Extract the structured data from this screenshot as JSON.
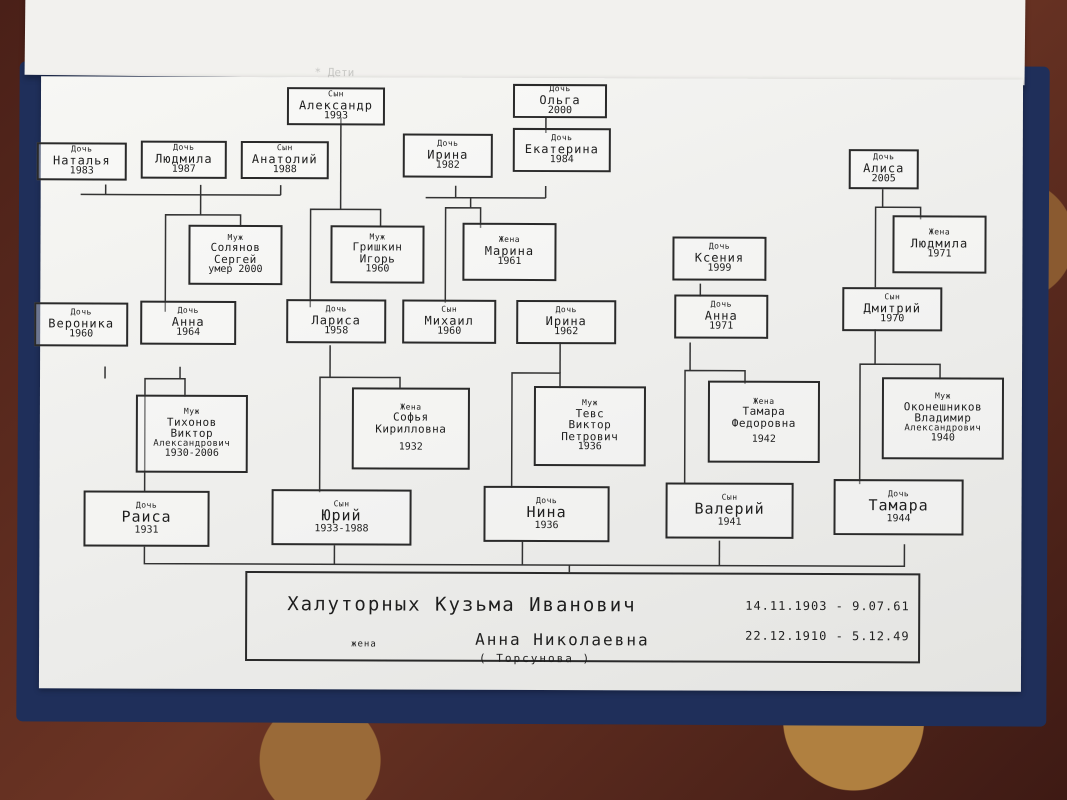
{
  "header": {
    "faded_text": "* Дети"
  },
  "boxes": {
    "natalya": {
      "rel": "Дочь",
      "name": "Наталья",
      "year": "1983"
    },
    "lyudmila": {
      "rel": "Дочь",
      "name": "Людмила",
      "year": "1987"
    },
    "anatoliy": {
      "rel": "Сын",
      "name": "Анатолий",
      "year": "1988"
    },
    "aleksandr": {
      "rel": "Сын",
      "name": "Александр",
      "year": "1993"
    },
    "olga": {
      "rel": "Дочь",
      "name": "Ольга",
      "year": "2000"
    },
    "irina1982": {
      "rel": "Дочь",
      "name": "Ирина",
      "year": "1982"
    },
    "ekaterina": {
      "rel": "Дочь",
      "name": "Екатерина",
      "year": "1984"
    },
    "alisa": {
      "rel": "Дочь",
      "name": "Алиса",
      "year": "2005"
    },
    "solyanov": {
      "rel": "Муж",
      "line1": "Солянов",
      "line2": "Сергей",
      "line3": "умер 2000"
    },
    "grishkin": {
      "rel": "Муж",
      "line1": "Гришкин",
      "line2": "Игорь",
      "year": "1960"
    },
    "marina": {
      "rel": "Жена",
      "name": "Марина",
      "year": "1961"
    },
    "kseniya": {
      "rel": "Дочь",
      "name": "Ксения",
      "year": "1999"
    },
    "lyudmila_w": {
      "rel": "Жена",
      "name": "Людмила",
      "year": "1971"
    },
    "veronika": {
      "rel": "Дочь",
      "name": "Вероника",
      "year": "1960"
    },
    "anna1964": {
      "rel": "Дочь",
      "name": "Анна",
      "year": "1964"
    },
    "larisa": {
      "rel": "Дочь",
      "name": "Лариса",
      "year": "1958"
    },
    "mikhail": {
      "rel": "Сын",
      "name": "Михаил",
      "year": "1960"
    },
    "irina1962": {
      "rel": "Дочь",
      "name": "Ирина",
      "year": "1962"
    },
    "anna1971": {
      "rel": "Дочь",
      "name": "Анна",
      "year": "1971"
    },
    "dmitriy": {
      "rel": "Сын",
      "name": "Дмитрий",
      "year": "1970"
    },
    "tikhonov": {
      "rel": "Муж",
      "line1": "Тихонов",
      "line2": "Виктор",
      "line3": "Александрович",
      "year": "1930-2006"
    },
    "sofya": {
      "rel": "Жена",
      "line1": "Софья",
      "line2": "Кирилловна",
      "year": "1932"
    },
    "tevs": {
      "rel": "Муж",
      "line1": "Тевс",
      "line2": "Виктор",
      "line3": "Петрович",
      "year": "1936"
    },
    "tamara_f": {
      "rel": "Жена",
      "line1": "Тамара",
      "line2": "Федоровна",
      "year": "1942"
    },
    "okoneshnikov": {
      "rel": "Муж",
      "line1": "Оконешников",
      "line2": "Владимир",
      "line3": "Александрович",
      "year": "1940"
    },
    "raisa": {
      "rel": "Дочь",
      "name": "Раиса",
      "year": "1931"
    },
    "yuriy": {
      "rel": "Сын",
      "name": "Юрий",
      "year": "1933-1988"
    },
    "nina": {
      "rel": "Дочь",
      "name": "Нина",
      "year": "1936"
    },
    "valeriy": {
      "rel": "Сын",
      "name": "Валерий",
      "year": "1941"
    },
    "tamara": {
      "rel": "Дочь",
      "name": "Тамара",
      "year": "1944"
    }
  },
  "root": {
    "name": "Халуторных Кузьма Иванович",
    "dates": "14.11.1903 - 9.07.61",
    "wife_label": "жена",
    "wife_name": "Анна Николаевна",
    "wife_dates": "22.12.1910 - 5.12.49",
    "maiden": "( Торсунова )"
  }
}
